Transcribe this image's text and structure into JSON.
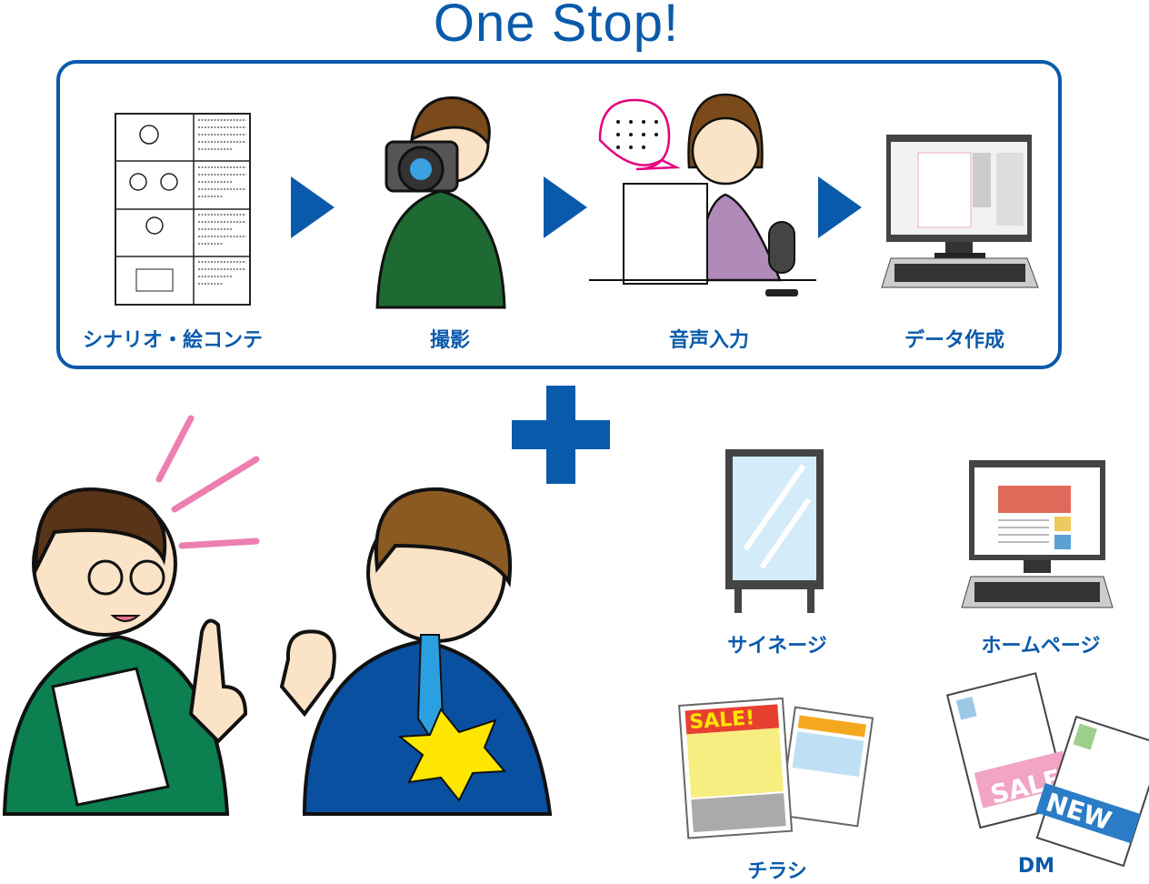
{
  "title": "One Stop!",
  "steps": [
    {
      "label": "シナリオ・絵コンテ",
      "icon": "storyboard-icon"
    },
    {
      "label": "撮影",
      "icon": "camera-person-icon"
    },
    {
      "label": "音声入力",
      "icon": "narrator-icon"
    },
    {
      "label": "データ作成",
      "icon": "computer-icon"
    }
  ],
  "outputs": [
    {
      "label": "サイネージ",
      "icon": "signage-icon"
    },
    {
      "label": "ホームページ",
      "icon": "homepage-icon"
    },
    {
      "label": "チラシ",
      "icon": "flyer-icon",
      "badge": "SALE!"
    },
    {
      "label": "DM",
      "icon": "direct-mail-icon",
      "badges": [
        "SALE",
        "NEW"
      ]
    }
  ],
  "colors": {
    "brand": "#0a5aab",
    "accent": "#e4007f"
  }
}
